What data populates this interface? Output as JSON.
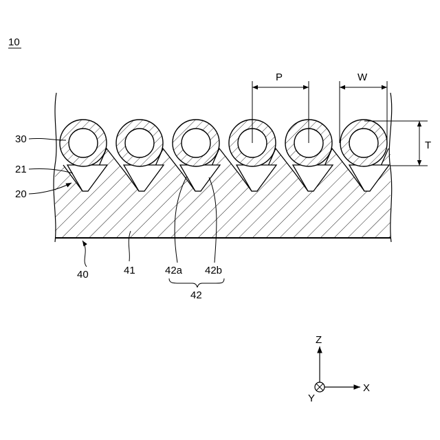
{
  "figure": {
    "figure_ref": "10",
    "labels": {
      "ref_30": "30",
      "ref_21": "21",
      "ref_20": "20",
      "ref_40": "40",
      "ref_41": "41",
      "ref_42a": "42a",
      "ref_42b": "42b",
      "ref_42": "42"
    },
    "dimensions": {
      "pitch": "P",
      "width": "W",
      "thickness": "T"
    },
    "axes": {
      "z": "Z",
      "x": "X",
      "y": "Y"
    }
  },
  "colors": {
    "line": "#000000",
    "background": "#ffffff"
  }
}
